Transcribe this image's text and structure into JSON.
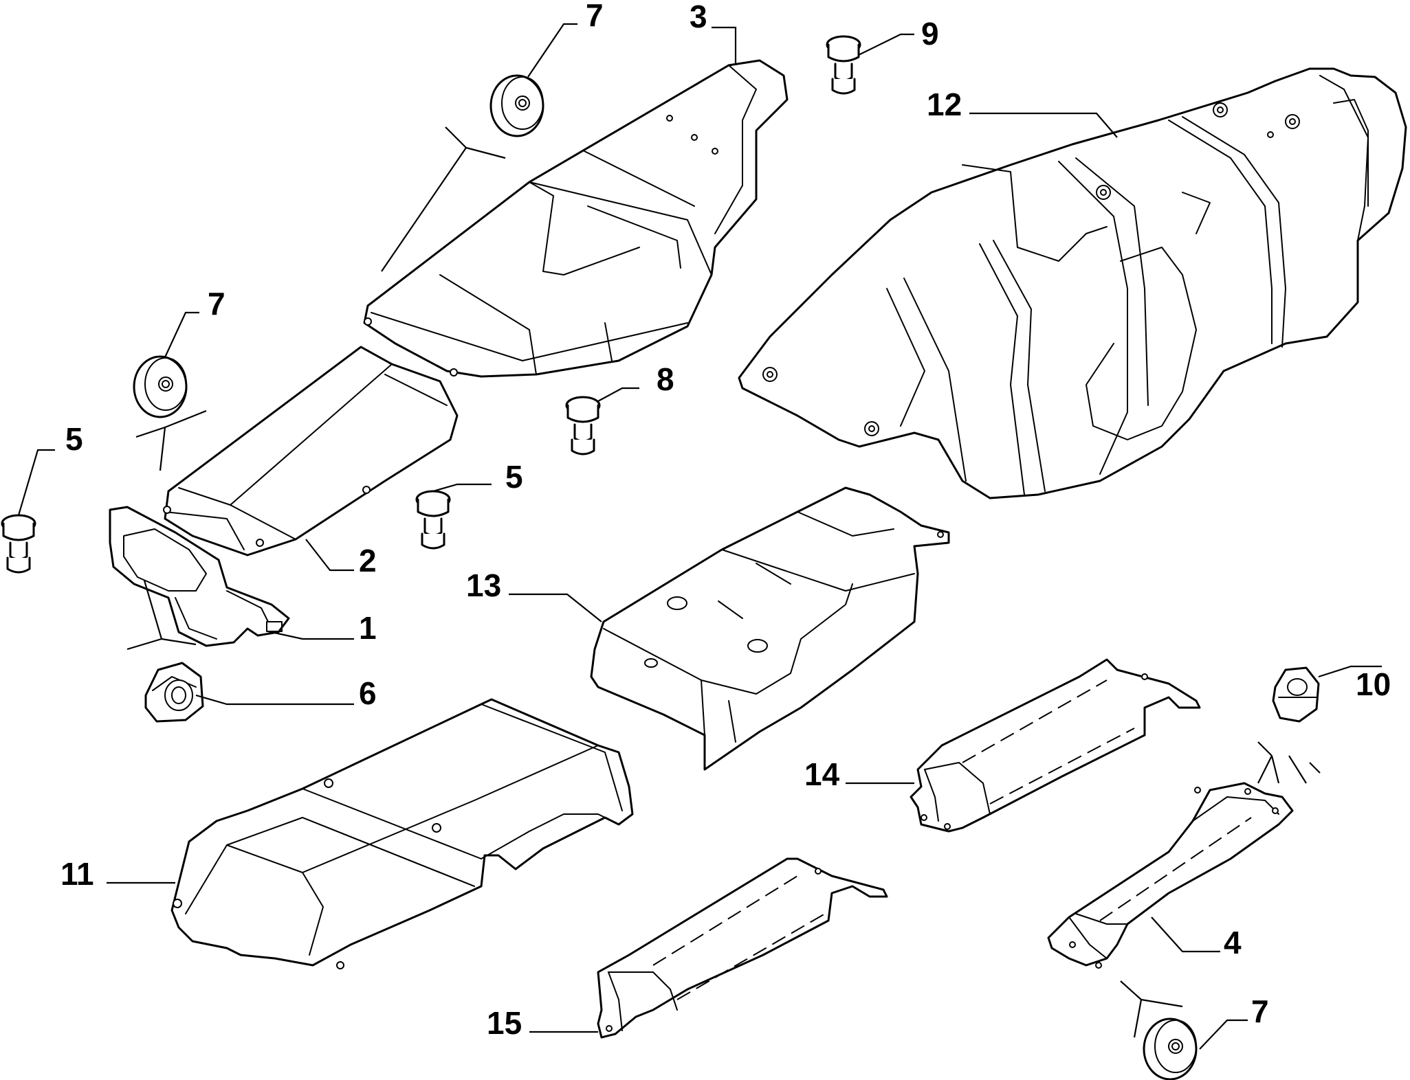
{
  "callouts": {
    "c1": "1",
    "c2": "2",
    "c3": "3",
    "c4": "4",
    "c5a": "5",
    "c5b": "5",
    "c6": "6",
    "c7a": "7",
    "c7b": "7",
    "c7c": "7",
    "c8": "8",
    "c9": "9",
    "c10": "10",
    "c11": "11",
    "c12": "12",
    "c13": "13",
    "c14": "14",
    "c15": "15"
  }
}
